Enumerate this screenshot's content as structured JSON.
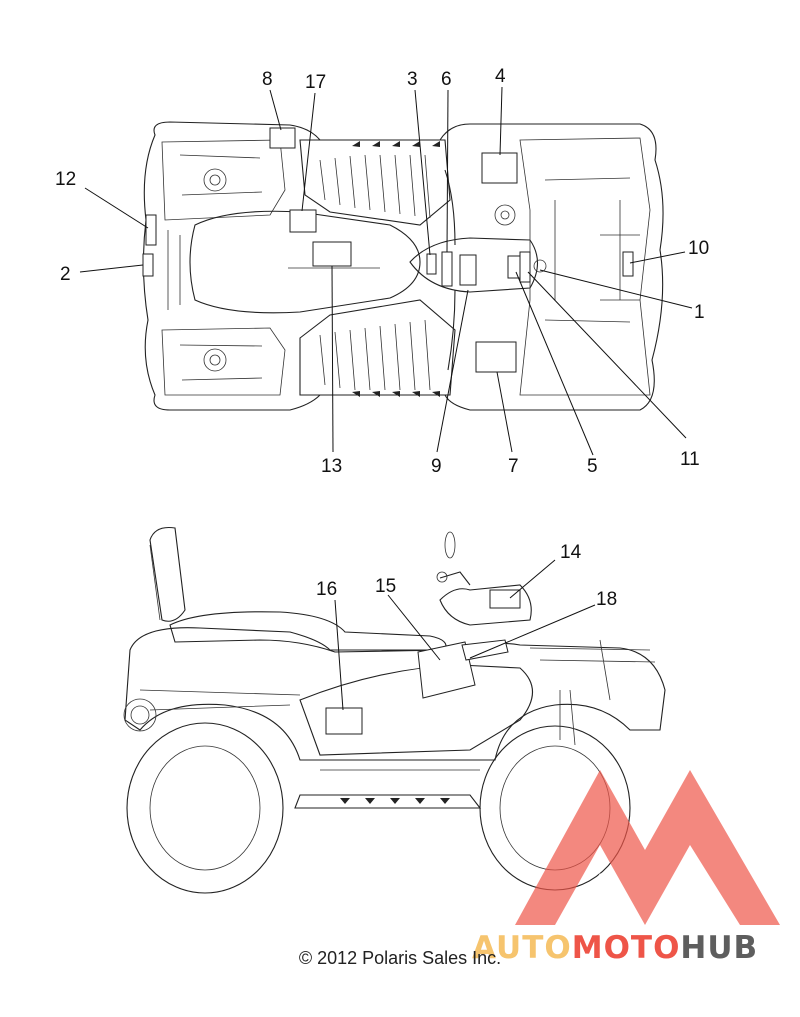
{
  "diagram": {
    "callouts": {
      "c1": "1",
      "c2": "2",
      "c3": "3",
      "c4": "4",
      "c5": "5",
      "c6": "6",
      "c7": "7",
      "c8": "8",
      "c9": "9",
      "c10": "10",
      "c11": "11",
      "c12": "12",
      "c13": "13",
      "c14": "14",
      "c15": "15",
      "c16": "16",
      "c17": "17",
      "c18": "18"
    },
    "copyright": "© 2012 Polaris Sales Inc."
  },
  "watermark": {
    "part1": "AUTO",
    "part2": "MOTO",
    "part3": "HUB",
    "colors": {
      "yellow": "#f6c46e",
      "red": "#ee5548",
      "gray": "#5e5e5e"
    }
  }
}
